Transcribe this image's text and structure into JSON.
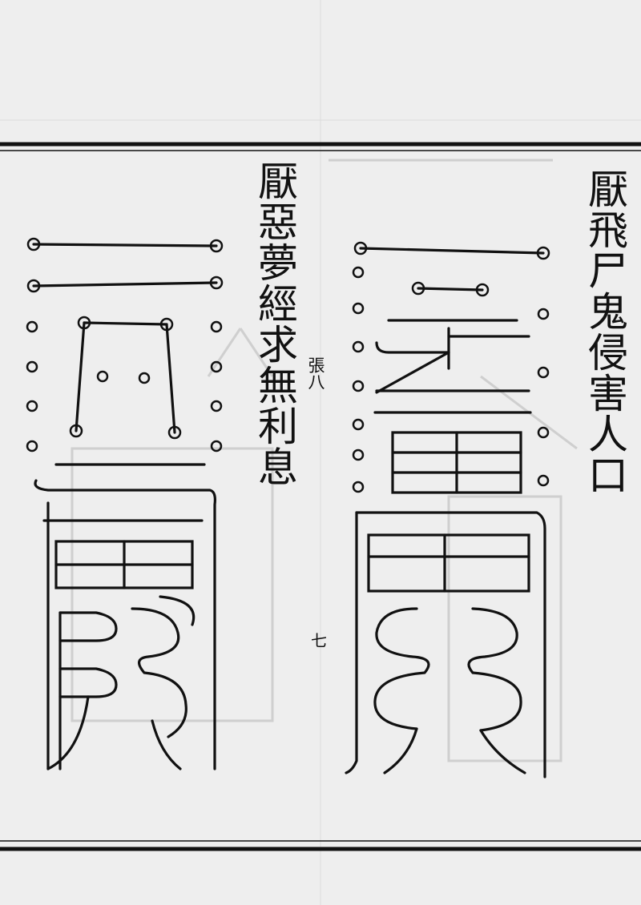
{
  "right_panel": {
    "title": "厭飛尸鬼侵害人口"
  },
  "left_panel": {
    "title": "厭惡夢經求無利息"
  },
  "center_column": {
    "folio": "張八",
    "mark": "七"
  },
  "colors": {
    "paper": "#eeeeee",
    "ink": "#111111",
    "ghost_bleed": "#c9c9c9"
  }
}
